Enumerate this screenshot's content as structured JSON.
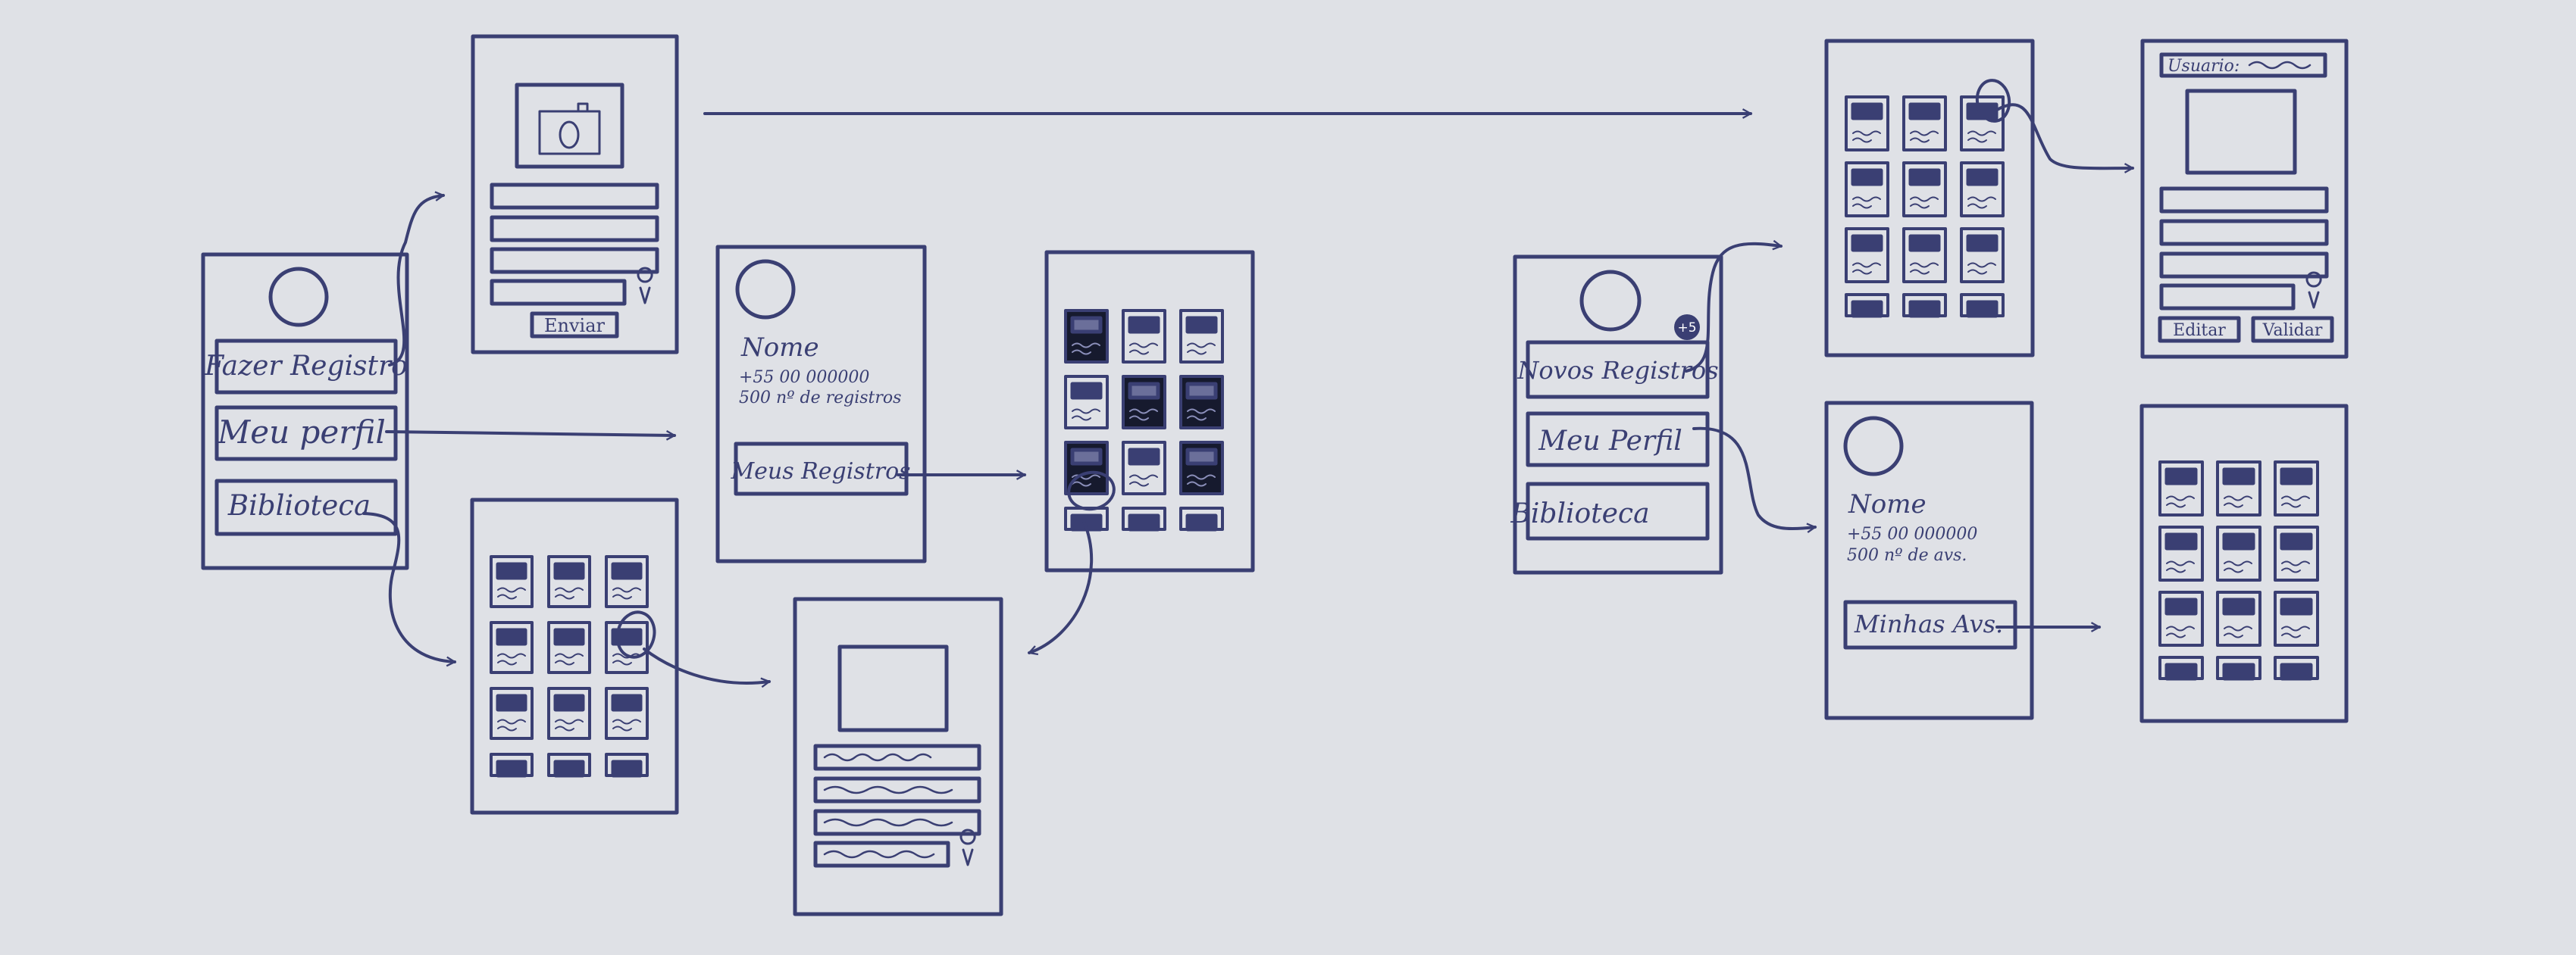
{
  "colors": {
    "background": "#dfe1e6",
    "ink": "#3a3f73",
    "selected_fill": "#161a2e"
  },
  "menu_user": {
    "btn_register": "Fazer Registro",
    "btn_profile": "Meu perfil",
    "btn_library": "Biblioteca"
  },
  "register_form": {
    "send_button": "Enviar",
    "icons": [
      "camera-icon",
      "location-pin-icon"
    ]
  },
  "profile_user": {
    "name": "Nome",
    "phone": "+55 00 000000",
    "count": "500 nº de registros",
    "button": "Meus Registros"
  },
  "menu_validator": {
    "badge": "+5",
    "btn_new": "Novos Registros",
    "btn_profile": "Meu Perfil",
    "btn_library": "Biblioteca"
  },
  "validation_form": {
    "user_label": "Usuario:",
    "edit_button": "Editar",
    "validate_button": "Validar"
  },
  "profile_validator": {
    "name": "Nome",
    "phone": "+55 00 000000",
    "count": "500 nº de avs.",
    "button": "Minhas Avs."
  }
}
